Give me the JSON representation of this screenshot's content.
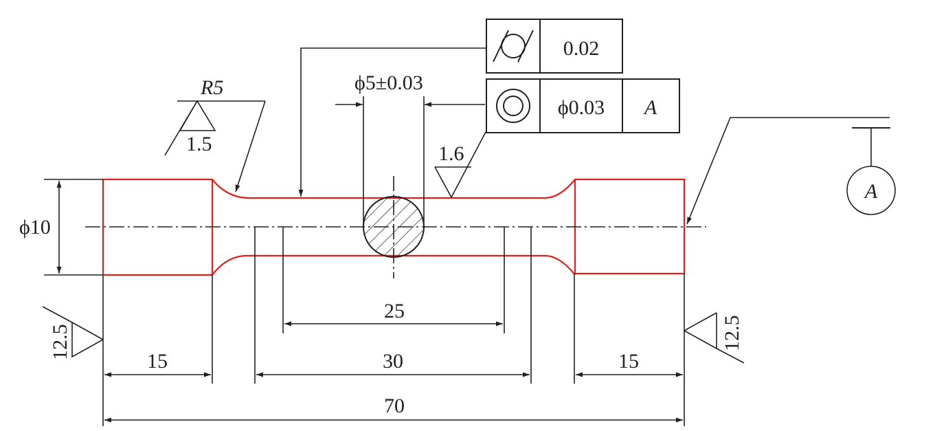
{
  "colors": {
    "outline": "#e0201a",
    "ink": "#231f20",
    "background": "#ffffff"
  },
  "dimensions": {
    "dia_10": "ϕ10",
    "dia_5": "ϕ5±0.03",
    "len_15_left": "15",
    "len_15_right": "15",
    "len_30": "30",
    "len_25": "25",
    "len_70": "70",
    "radius": "R5"
  },
  "roughness": {
    "fillet": "1.5",
    "center": "1.6",
    "left_face": "12.5",
    "right_face": "12.5"
  },
  "tolerances": {
    "cylindricity": {
      "symbol": "cylindricity-icon",
      "value": "0.02"
    },
    "concentricity": {
      "symbol": "concentricity-icon",
      "value": "ϕ0.03",
      "datum": "A"
    }
  },
  "datum": {
    "label": "A"
  }
}
